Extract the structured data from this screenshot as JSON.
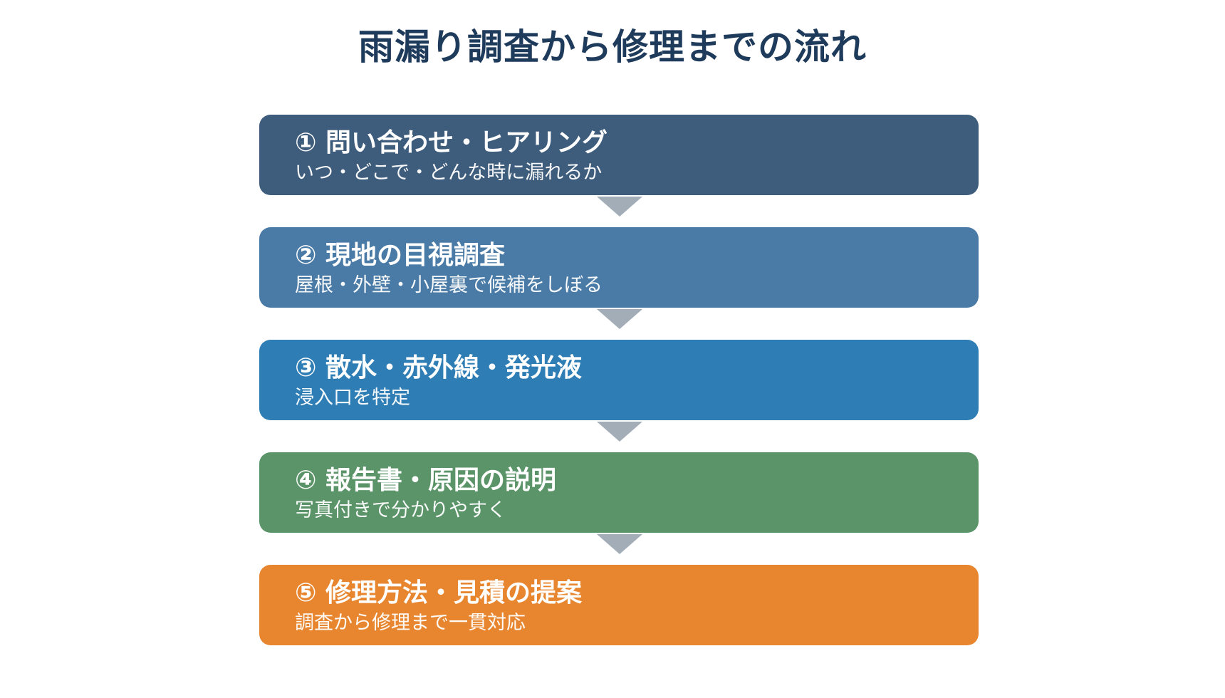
{
  "title": "雨漏り調査から修理までの流れ",
  "colors": {
    "title": "#1f3b5c",
    "arrow": "#a3adb8"
  },
  "steps": [
    {
      "title": "① 問い合わせ・ヒアリング",
      "subtitle": "いつ・どこで・どんな時に漏れるか",
      "color": "#3e5c7c"
    },
    {
      "title": "② 現地の目視調査",
      "subtitle": "屋根・外壁・小屋裏で候補をしぼる",
      "color": "#4a7ba6"
    },
    {
      "title": "③ 散水・赤外線・発光液",
      "subtitle": "浸入口を特定",
      "color": "#2e7eb5"
    },
    {
      "title": "④ 報告書・原因の説明",
      "subtitle": "写真付きで分かりやすく",
      "color": "#5a9468"
    },
    {
      "title": "⑤ 修理方法・見積の提案",
      "subtitle": "調査から修理まで一貫対応",
      "color": "#e8862f"
    }
  ]
}
